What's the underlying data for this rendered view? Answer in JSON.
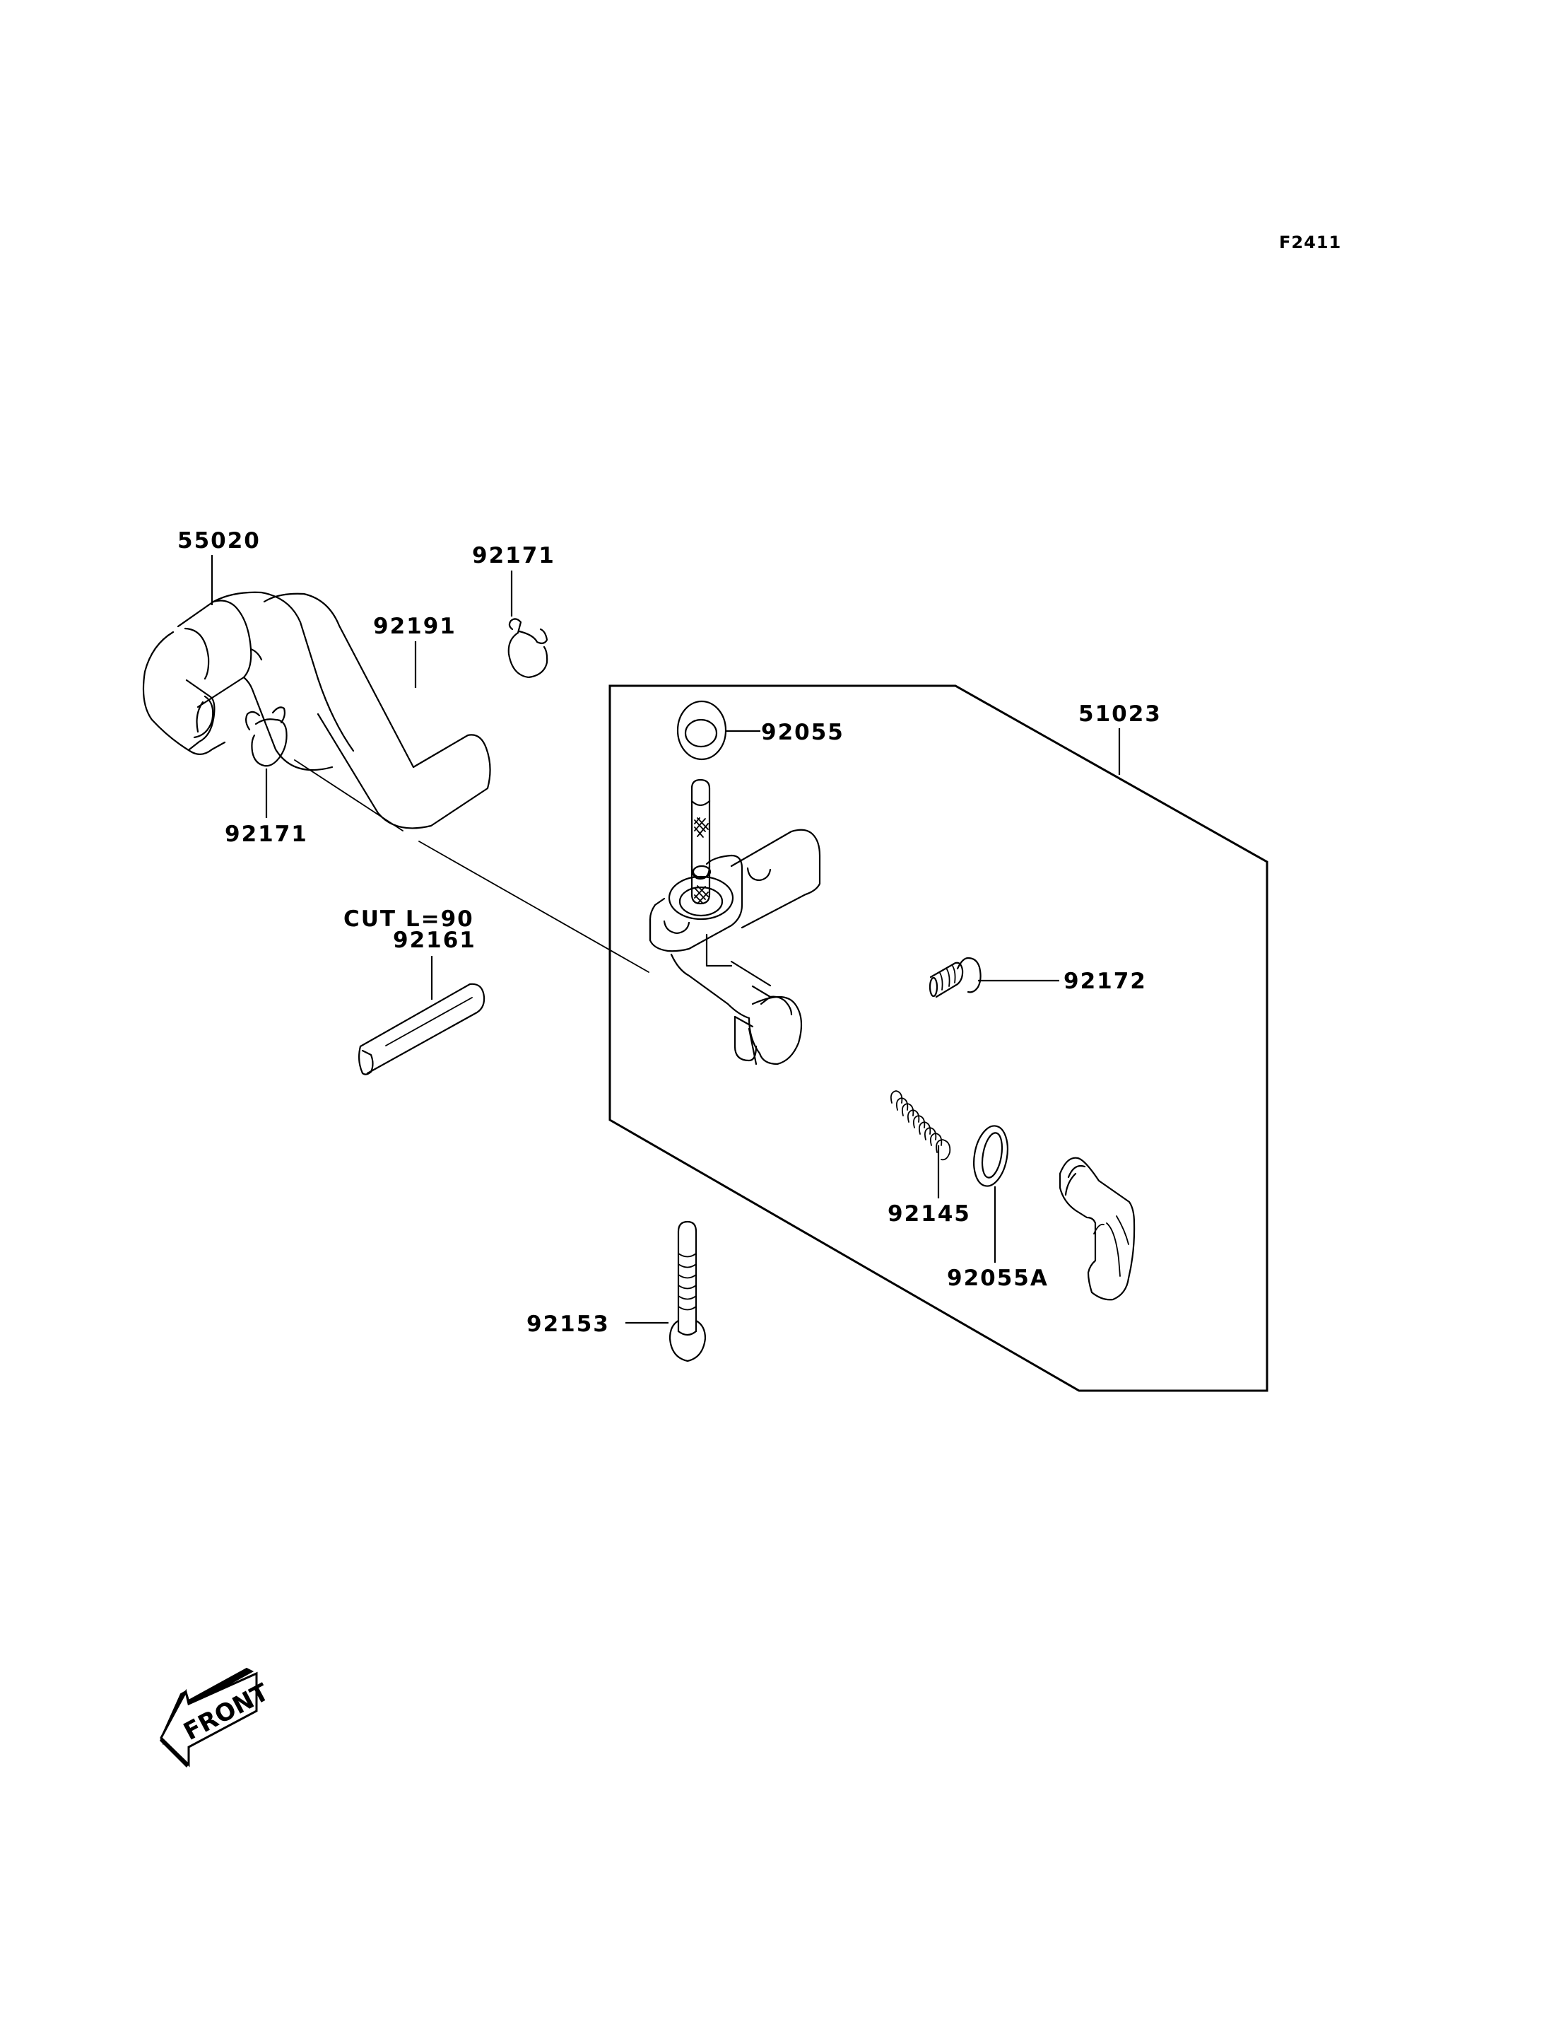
{
  "diagram": {
    "figure_code": "F2411",
    "assembly": {
      "part_number": "51023",
      "name": "fuel-cock-assembly"
    },
    "callouts": [
      {
        "id": "hose-55020",
        "part_number": "55020"
      },
      {
        "id": "clamp-upper-92171",
        "part_number": "92171"
      },
      {
        "id": "hose-92191",
        "part_number": "92191"
      },
      {
        "id": "clamp-lower-92171",
        "part_number": "92171"
      },
      {
        "id": "oring-92055",
        "part_number": "92055"
      },
      {
        "id": "assembly-51023",
        "part_number": "51023"
      },
      {
        "id": "tube-92161",
        "part_number": "92161",
        "note": "CUT L=90"
      },
      {
        "id": "screw-92172",
        "part_number": "92172"
      },
      {
        "id": "spring-92145",
        "part_number": "92145"
      },
      {
        "id": "gasket-92055A",
        "part_number": "92055A"
      },
      {
        "id": "screw-92153",
        "part_number": "92153"
      }
    ],
    "direction_indicator": {
      "label": "FRONT",
      "icon": "front-arrow-icon"
    }
  }
}
